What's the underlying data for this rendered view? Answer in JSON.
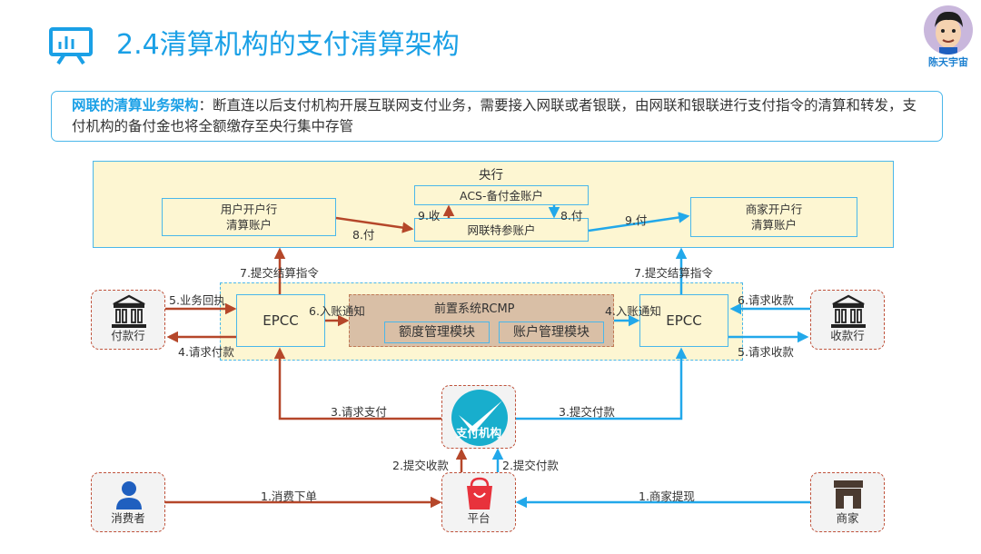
{
  "title": "2.4清算机构的支付清算架构",
  "author": "陈天宇宙",
  "intro": {
    "highlight": "网联的清算业务架构",
    "text": "：断直连以后支付机构开展互联网支付业务，需要接入网联或者银联，由网联和银联进行支付指令的清算和转发，支付机构的备付金也将全额缴存至央行集中存管"
  },
  "central_bank": {
    "label": "央行",
    "acs": "ACS-备付金账户",
    "user_bank_line1": "用户开户行",
    "user_bank_line2": "清算账户",
    "special": "网联特参账户",
    "merchant_bank_line1": "商家开户行",
    "merchant_bank_line2": "清算账户"
  },
  "epcc_left": "EPCC",
  "epcc_right": "EPCC",
  "rcmp": {
    "label": "前置系统RCMP",
    "module1": "额度管理模块",
    "module2": "账户管理模块"
  },
  "entities": {
    "payer_bank": "付款行",
    "payee_bank": "收款行",
    "payment_org": "支付机构",
    "consumer": "消费者",
    "platform": "平台",
    "merchant": "商家"
  },
  "flows": {
    "f1_order": "1.消费下单",
    "f1_withdraw": "1.商家提现",
    "f2_collect": "2.提交收款",
    "f2_pay": "2.提交付款",
    "f3_request_pay": "3.请求支付",
    "f3_submit_pay": "3.提交付款",
    "f4_request_pay": "4.请求付款",
    "f4_notify": "4.入账通知",
    "f5_reply": "5.业务回执",
    "f5_collect": "5.请求收款",
    "f6_notify": "6.入账通知",
    "f6_collect": "6.请求收款",
    "f7_left": "7.提交结算指令",
    "f7_right": "7.提交结算指令",
    "f8_pay_a": "8.付",
    "f8_pay_b": "8.付",
    "f9_collect": "9.收",
    "f9_pay": "9.付"
  },
  "colors": {
    "accent": "#1aa0e6",
    "dark_red_arrow": "#b5472a",
    "blue_arrow": "#22a8ea",
    "zone_fill": "#fdf6d2",
    "rcmp_fill": "#d9bfa6"
  }
}
